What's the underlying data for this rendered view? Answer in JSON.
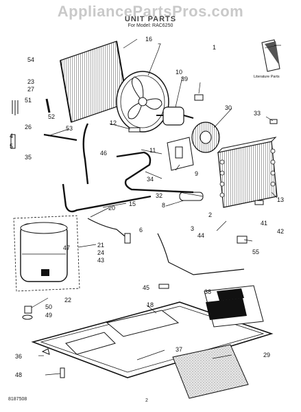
{
  "watermark": "AppliancePartsPros.com",
  "header": {
    "title": "UNIT PARTS",
    "model": "For Model: RAC6250"
  },
  "literature_label": "Literature Parts",
  "callouts": [
    "1",
    "2",
    "3",
    "4",
    "5",
    "6",
    "7",
    "8",
    "9",
    "10",
    "11",
    "12",
    "13",
    "15",
    "16",
    "18",
    "20",
    "21",
    "22",
    "23",
    "24",
    "26",
    "27",
    "29",
    "30",
    "32",
    "33",
    "34",
    "35",
    "36",
    "37",
    "38",
    "39",
    "41",
    "42",
    "43",
    "44",
    "45",
    "46",
    "47",
    "48",
    "49",
    "50",
    "51",
    "52",
    "53",
    "54",
    "55"
  ],
  "footer": {
    "docnum": "8187508",
    "page": "2"
  }
}
